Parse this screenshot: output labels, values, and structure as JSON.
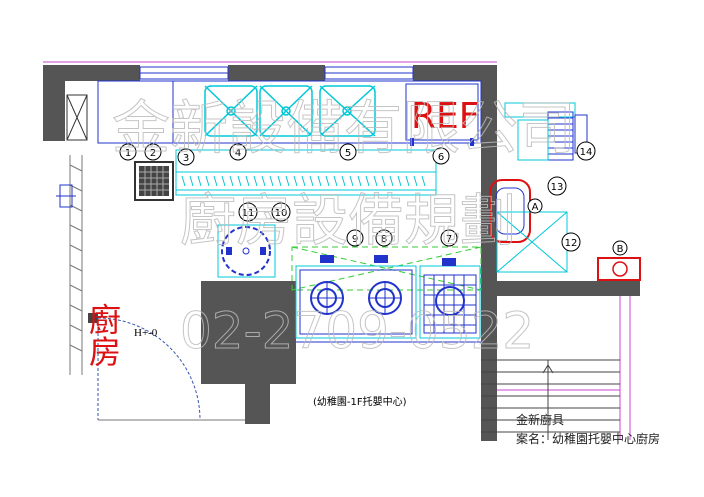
{
  "plan": {
    "ref_label": "REF",
    "room_label": "廚房",
    "height_label": "H+-0",
    "caption": "(幼稚園-1F托嬰中心)",
    "item_numbers": [
      "1",
      "2",
      "3",
      "4",
      "5",
      "6",
      "7",
      "8",
      "9",
      "10",
      "11",
      "12",
      "13",
      "14"
    ],
    "point_markers": [
      "A",
      "B"
    ]
  },
  "watermark": {
    "line1": "金新設備有限公司",
    "line2": "廚房設備規劃",
    "line3": "02-2709-0522"
  },
  "footer": {
    "company": "金新廚具",
    "project": "案名：幼稚園托嬰中心廚房"
  },
  "colors": {
    "wall": "#555555",
    "cyan": "#00c8d8",
    "blue": "#2233cc",
    "red": "#dd1111",
    "green": "#33cc33",
    "magenta": "#cc44cc"
  }
}
